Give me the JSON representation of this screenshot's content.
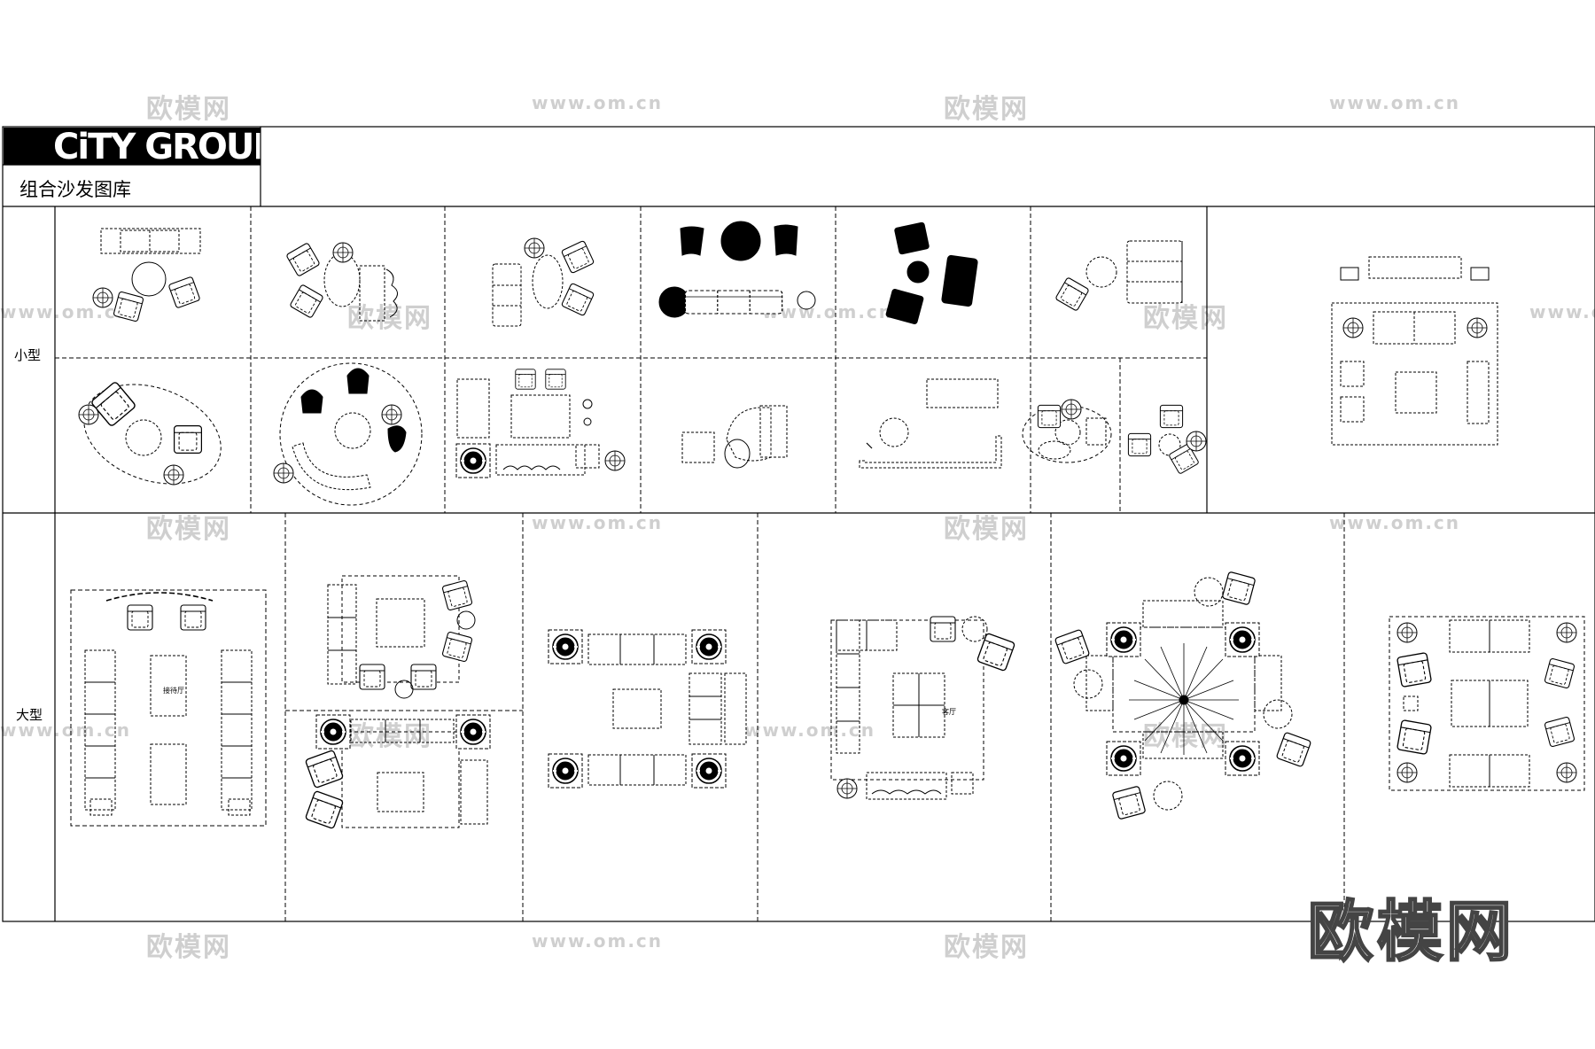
{
  "brand": {
    "name": "CiTY GROUP"
  },
  "sheet": {
    "title": "组合沙发图库"
  },
  "rows": {
    "small": "小型",
    "large": "大型"
  },
  "rooms": {
    "reception": "接待厅",
    "living": "客厅"
  },
  "watermarks": {
    "site_name": "欧模网",
    "site_url": "www.om.cn"
  },
  "colors": {
    "line": "#000000",
    "watermark": "#cfcfcf",
    "fill": "#000000"
  }
}
